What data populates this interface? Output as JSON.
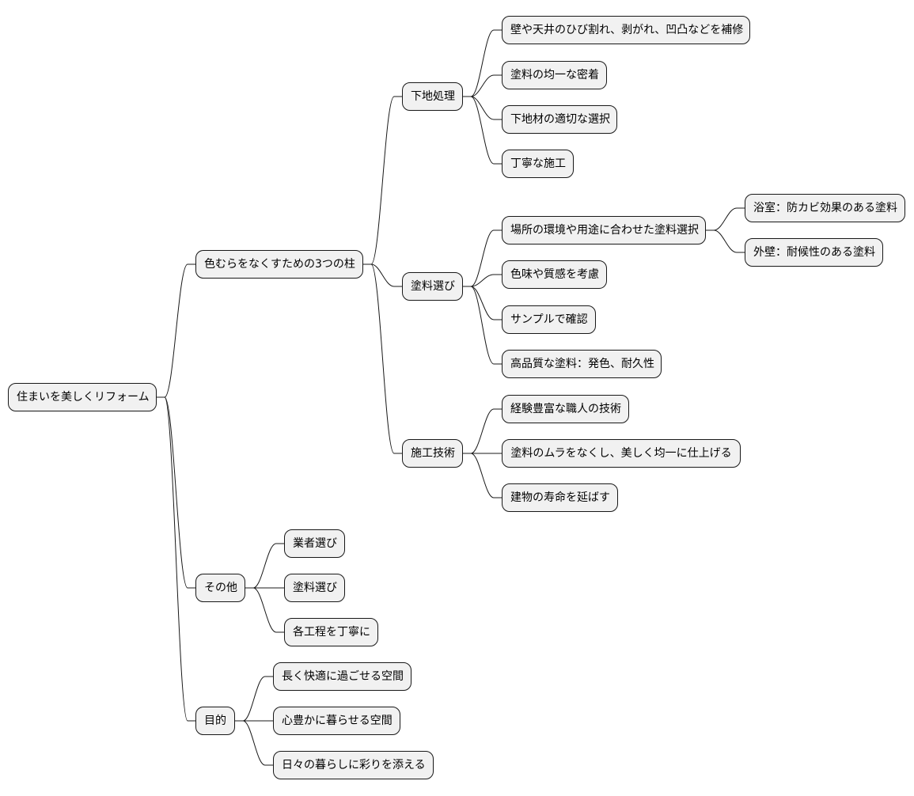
{
  "mindmap": {
    "root": {
      "label": "住まいを美しくリフォーム",
      "branches": [
        {
          "label": "色むらをなくすための3つの柱",
          "children": [
            {
              "label": "下地処理",
              "children": [
                {
                  "label": "壁や天井のひび割れ、剥がれ、凹凸などを補修"
                },
                {
                  "label": "塗料の均一な密着"
                },
                {
                  "label": "下地材の適切な選択"
                },
                {
                  "label": "丁寧な施工"
                }
              ]
            },
            {
              "label": "塗料選び",
              "children": [
                {
                  "label": "場所の環境や用途に合わせた塗料選択",
                  "children": [
                    {
                      "label": "浴室：防カビ効果のある塗料"
                    },
                    {
                      "label": "外壁：耐候性のある塗料"
                    }
                  ]
                },
                {
                  "label": "色味や質感を考慮"
                },
                {
                  "label": "サンプルで確認"
                },
                {
                  "label": "高品質な塗料：発色、耐久性"
                }
              ]
            },
            {
              "label": "施工技術",
              "children": [
                {
                  "label": "経験豊富な職人の技術"
                },
                {
                  "label": "塗料のムラをなくし、美しく均一に仕上げる"
                },
                {
                  "label": "建物の寿命を延ばす"
                }
              ]
            }
          ]
        },
        {
          "label": "その他",
          "children": [
            {
              "label": "業者選び"
            },
            {
              "label": "塗料選び"
            },
            {
              "label": "各工程を丁寧に"
            }
          ]
        },
        {
          "label": "目的",
          "children": [
            {
              "label": "長く快適に過ごせる空間"
            },
            {
              "label": "心豊かに暮らせる空間"
            },
            {
              "label": "日々の暮らしに彩りを添える"
            }
          ]
        }
      ]
    }
  }
}
